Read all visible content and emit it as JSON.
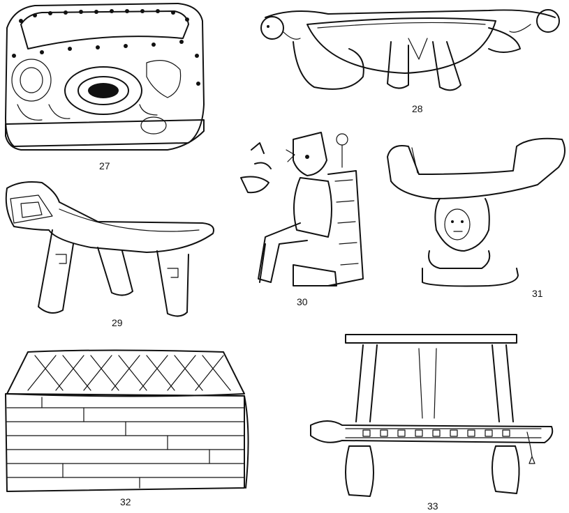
{
  "figures": [
    {
      "id": "27",
      "label": "27",
      "icon": "carved-box-seat-icon"
    },
    {
      "id": "28",
      "label": "28",
      "icon": "effigy-seat-icon"
    },
    {
      "id": "29",
      "label": "29",
      "icon": "jaguar-stool-icon"
    },
    {
      "id": "30",
      "label": "30",
      "icon": "codex-figure-icon"
    },
    {
      "id": "31",
      "label": "31",
      "icon": "figure-supported-seat-icon"
    },
    {
      "id": "32",
      "label": "32",
      "icon": "woven-reed-seat-icon"
    },
    {
      "id": "33",
      "label": "33",
      "icon": "frame-stool-icon"
    }
  ],
  "colors": {
    "ink": "#111111",
    "paper": "#ffffff"
  }
}
